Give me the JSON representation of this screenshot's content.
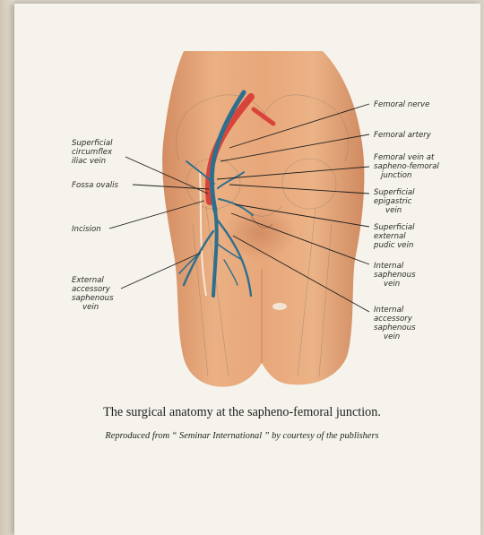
{
  "caption": "The surgical anatomy at the sapheno-femoral junction.",
  "credit": "Reproduced from “ Seminar International ” by courtesy of the publishers",
  "labels": {
    "left": {
      "circumflex": [
        "Superficial",
        "circumflex",
        "iliac vein"
      ],
      "fossa": [
        "Fossa ovalis"
      ],
      "incision": [
        "Incision"
      ],
      "external_accessory": [
        "External",
        "accessory",
        "saphenous",
        "vein"
      ]
    },
    "right": {
      "femoral_nerve": [
        "Femoral nerve"
      ],
      "femoral_artery": [
        "Femoral artery"
      ],
      "femoral_vein": [
        "Femoral vein at",
        "sapheno-femoral",
        "junction"
      ],
      "epigastric": [
        "Superficial",
        "epigastric",
        "vein"
      ],
      "pudic": [
        "Superficial",
        "external",
        "pudic vein"
      ],
      "internal_saphenous": [
        "Internal",
        "saphenous",
        "vein"
      ],
      "internal_accessory": [
        "Internal",
        "accessory",
        "saphenous",
        "vein"
      ]
    }
  },
  "colors": {
    "skin": "#e8a77a",
    "artery": "#d9443a",
    "vein": "#2f6f8e",
    "paper": "#f6f3ec"
  }
}
